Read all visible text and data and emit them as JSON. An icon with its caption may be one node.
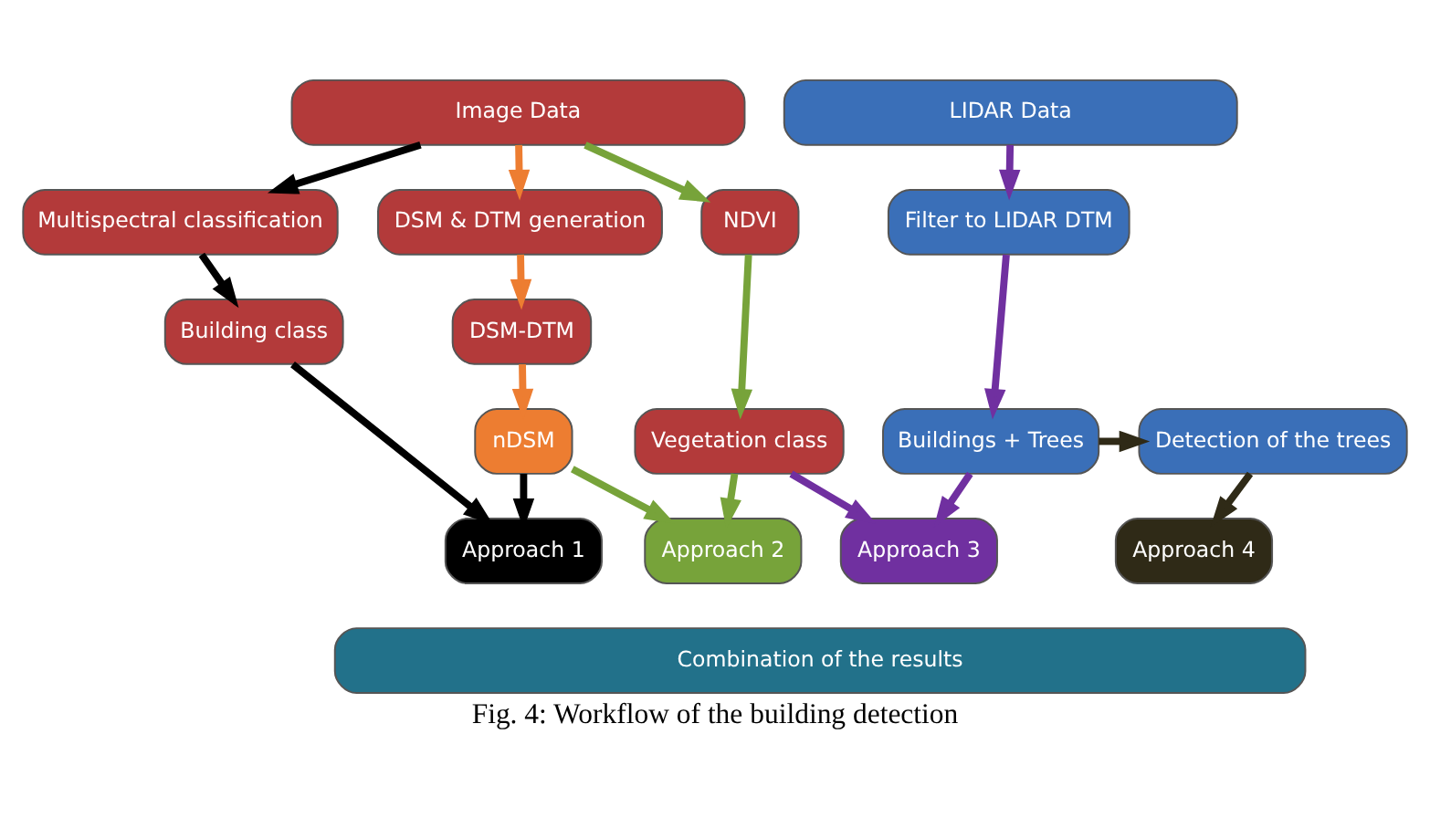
{
  "diagram": {
    "caption": "Fig. 4: Workflow of the building detection",
    "nodes": [
      {
        "text": [
          "Image Data"
        ]
      },
      {
        "text": [
          "LIDAR Data"
        ]
      },
      {
        "text": [
          "Multispectral classification"
        ]
      },
      {
        "text": [
          "DSM & DTM generation"
        ]
      },
      {
        "text": [
          "NDVI"
        ]
      },
      {
        "text": [
          "Filter to LIDAR DTM"
        ]
      },
      {
        "text": [
          "Building class"
        ]
      },
      {
        "text": [
          "DSM-DTM"
        ]
      },
      {
        "text": [
          "Buildings + Trees"
        ]
      },
      {
        "text": [
          "Detection of the trees"
        ]
      },
      {
        "text": [
          "Vegetation class"
        ]
      },
      {
        "text": [
          "nDSM"
        ]
      },
      {
        "text": [
          "Approach 1"
        ]
      },
      {
        "text": [
          "Approach 2"
        ]
      },
      {
        "text": [
          "Approach 3"
        ]
      },
      {
        "text": [
          "Approach 4"
        ]
      },
      {
        "text": [
          "Combination of the results"
        ]
      }
    ],
    "edges": [
      {
        "from": 0,
        "to": 2,
        "arrow": "to",
        "color": "#000000"
      },
      {
        "from": 0,
        "to": 3,
        "arrow": "to",
        "color": "#ed7d31"
      },
      {
        "from": 0,
        "to": 4,
        "arrow": "to",
        "color": "#77a33a"
      },
      {
        "from": 1,
        "to": 5,
        "arrow": "to",
        "color": "#7030a0"
      },
      {
        "from": 2,
        "to": 6,
        "arrow": "to",
        "color": "#000000"
      },
      {
        "from": 3,
        "to": 7,
        "arrow": "to",
        "color": "#ed7d31"
      },
      {
        "from": 7,
        "to": 11,
        "arrow": "to",
        "color": "#ed7d31"
      },
      {
        "from": 4,
        "to": 10,
        "arrow": "to",
        "color": "#77a33a"
      },
      {
        "from": 5,
        "to": 8,
        "arrow": "to",
        "color": "#7030a0"
      },
      {
        "from": 8,
        "to": 9,
        "arrow": "to",
        "color": "#2f2a17"
      },
      {
        "from": 6,
        "to": 12,
        "arrow": "to",
        "color": "#000000"
      },
      {
        "from": 11,
        "to": 12,
        "arrow": "to",
        "color": "#000000"
      },
      {
        "from": 11,
        "to": 13,
        "arrow": "to",
        "color": "#77a33a"
      },
      {
        "from": 10,
        "to": 13,
        "arrow": "to",
        "color": "#77a33a"
      },
      {
        "from": 10,
        "to": 14,
        "arrow": "to",
        "color": "#7030a0"
      },
      {
        "from": 8,
        "to": 14,
        "arrow": "to",
        "color": "#7030a0"
      },
      {
        "from": 9,
        "to": 15,
        "arrow": "to",
        "color": "#2f2a17"
      }
    ]
  }
}
